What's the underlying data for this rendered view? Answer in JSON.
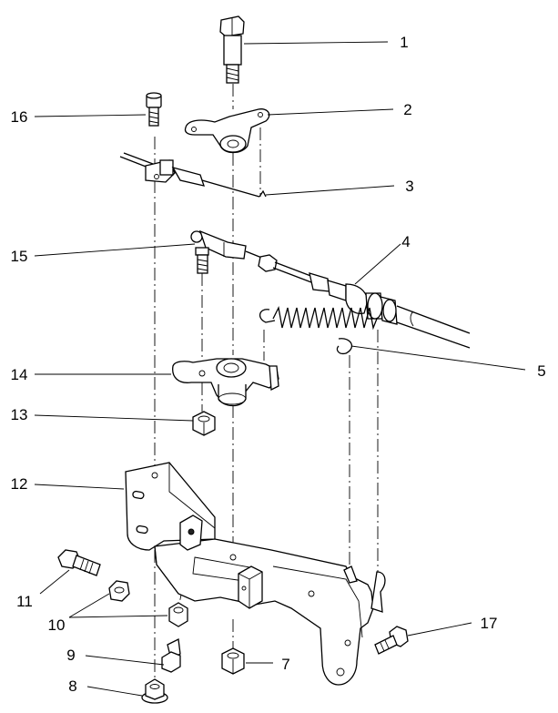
{
  "callouts": {
    "c1": "1",
    "c2": "2",
    "c3": "3",
    "c4": "4",
    "c5": "5",
    "c7": "7",
    "c8": "8",
    "c9": "9",
    "c10": "10",
    "c11": "11",
    "c12": "12",
    "c13": "13",
    "c14": "14",
    "c15": "15",
    "c16": "16",
    "c17": "17"
  }
}
